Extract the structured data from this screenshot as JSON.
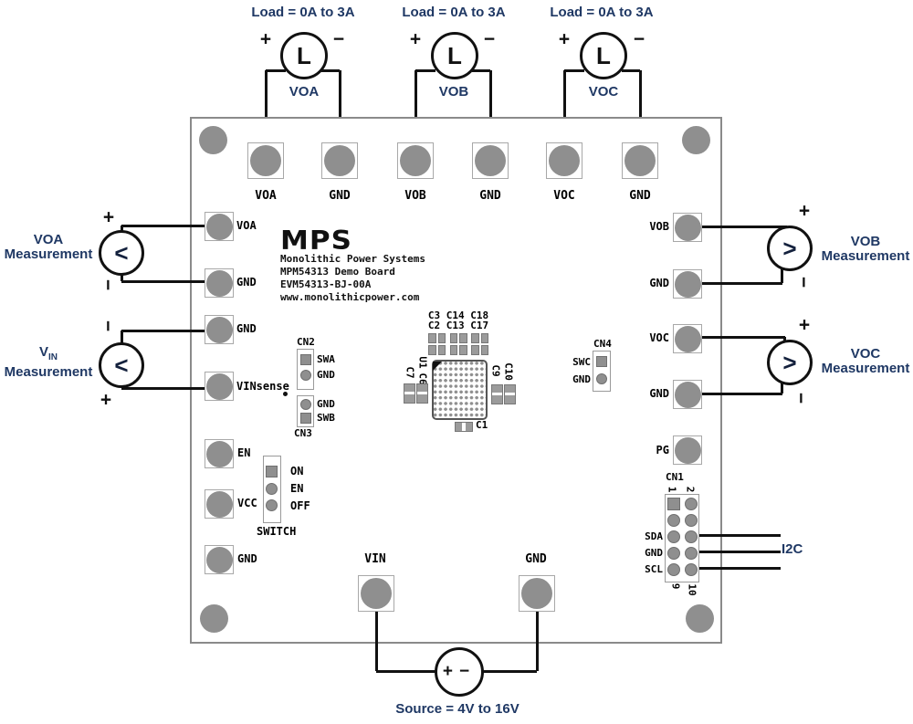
{
  "colors": {
    "annotation": "#1f3864",
    "silkscreen": "#000000",
    "pad_fill": "#8f8f8f",
    "wire": "#111111",
    "board_border": "#8a8a8a"
  },
  "loads": [
    {
      "caption": "Load = 0A to 3A",
      "meter": "L",
      "name": "VOA",
      "plus": "+",
      "minus": "−"
    },
    {
      "caption": "Load = 0A to 3A",
      "meter": "L",
      "name": "VOB",
      "plus": "+",
      "minus": "−"
    },
    {
      "caption": "Load = 0A to 3A",
      "meter": "L",
      "name": "VOC",
      "plus": "+",
      "minus": "−"
    }
  ],
  "board": {
    "top_pads": [
      "VOA",
      "GND",
      "VOB",
      "GND",
      "VOC",
      "GND"
    ],
    "left_pads": [
      "VOA",
      "GND",
      "GND",
      "VINsense",
      "EN",
      "VCC",
      "GND"
    ],
    "right_pads": [
      "VOB",
      "GND",
      "VOC",
      "GND",
      "PG"
    ],
    "bottom_pads": [
      "VIN",
      "GND"
    ],
    "logo": {
      "brand": "MPS",
      "lines": [
        "Monolithic Power Systems",
        "MPM54313 Demo Board",
        "EVM54313-BJ-00A",
        "www.monolithicpower.com"
      ]
    },
    "components": {
      "cap_labels_row1": "C3 C14 C18",
      "cap_labels_row2": "C2 C13 C17",
      "u1": "U1",
      "c7": "C7",
      "c6": "C6",
      "c9": "C9",
      "c10": "C10",
      "c1": "C1"
    },
    "cn2": {
      "label": "CN2",
      "pin1": "SWA",
      "pin2": "GND"
    },
    "cn3": {
      "label": "CN3",
      "pin1": "GND",
      "pin2": "SWB"
    },
    "cn4": {
      "label": "CN4",
      "pin1": "SWC",
      "pin2": "GND"
    },
    "switch": {
      "label": "SWITCH",
      "pin1": "ON",
      "pin2": "EN",
      "pin3": "OFF"
    },
    "cn1": {
      "label": "CN1",
      "num1": "1",
      "num2": "2",
      "num9": "9",
      "num10": "10",
      "sda": "SDA",
      "gnd": "GND",
      "scl": "SCL"
    }
  },
  "measurements": [
    {
      "title": "VOA",
      "subtitle": "Measurement",
      "glyph": "<",
      "plus": "+",
      "minus": "−"
    },
    {
      "title": "V",
      "title_sub": "IN",
      "subtitle": "Measurement",
      "glyph": "<",
      "plus": "+",
      "minus": "−"
    },
    {
      "title": "VOB",
      "subtitle": "Measurement",
      "glyph": ">",
      "plus": "+",
      "minus": "−"
    },
    {
      "title": "VOC",
      "subtitle": "Measurement",
      "glyph": ">",
      "plus": "+",
      "minus": "−"
    }
  ],
  "i2c": {
    "label": "I2C"
  },
  "source": {
    "caption": "Source = 4V to 16V",
    "plus": "+",
    "minus": "−"
  }
}
